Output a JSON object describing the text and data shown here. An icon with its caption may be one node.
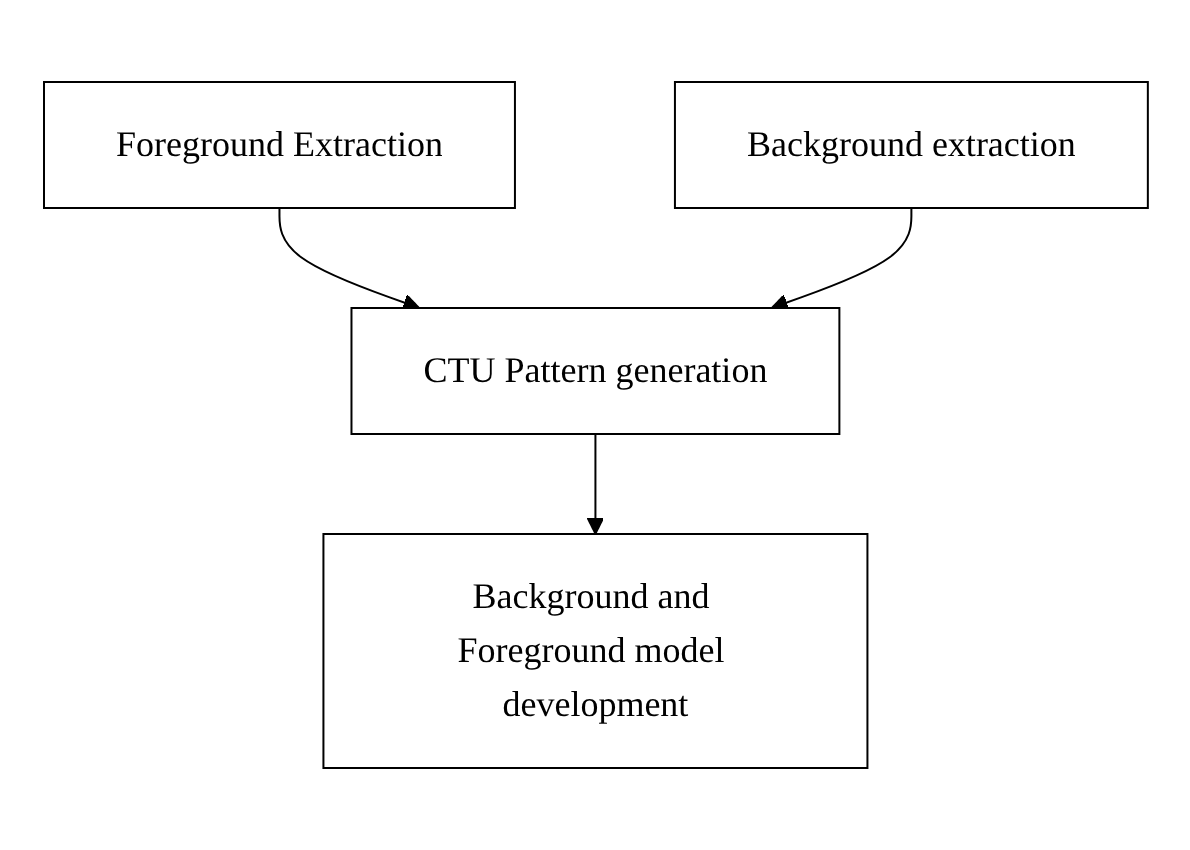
{
  "diagram": {
    "nodes": [
      {
        "text": [
          "Foreground Extraction"
        ]
      },
      {
        "text": [
          "Background extraction"
        ]
      },
      {
        "text": [
          "CTU Pattern generation"
        ]
      },
      {
        "text": [
          "Background and Foreground model development"
        ]
      }
    ],
    "edges": [
      {
        "from": 0,
        "to": 2,
        "arrow": "to"
      },
      {
        "from": 1,
        "to": 2,
        "arrow": "to"
      },
      {
        "from": 2,
        "to": 3,
        "arrow": "to"
      }
    ]
  }
}
